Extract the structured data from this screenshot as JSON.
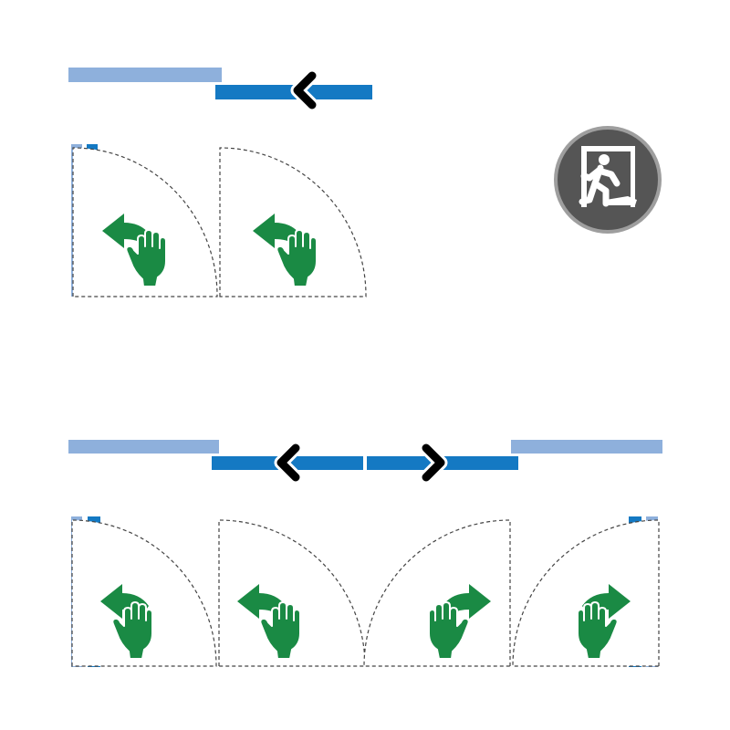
{
  "colors": {
    "fixed_panel": "#8eb0dc",
    "sliding_panel": "#1479c3",
    "chevron": "#000000",
    "push_arrow": "#1a8a44",
    "swing_outline": "#444444",
    "exit_sign_bg": "#555555",
    "exit_sign_ring": "#9e9e9e",
    "exit_sign_figure": "#ffffff"
  },
  "icons": {
    "exit_sign": "emergency-exit-running-man-icon",
    "push_hand": "push-hand-icon",
    "slide_direction": "chevron-icon"
  },
  "diagrams": [
    {
      "name": "single-sliding-door",
      "slide_directions": [
        "left"
      ],
      "swing_leaves": [
        {
          "push_direction": "left",
          "has_end_panel": true
        },
        {
          "push_direction": "left",
          "has_end_panel": false
        }
      ]
    },
    {
      "name": "double-sliding-door",
      "slide_directions": [
        "left",
        "right"
      ],
      "swing_leaves": [
        {
          "push_direction": "left",
          "has_end_panel": true
        },
        {
          "push_direction": "left",
          "has_end_panel": false
        },
        {
          "push_direction": "right",
          "has_end_panel": false
        },
        {
          "push_direction": "right",
          "has_end_panel": true
        }
      ]
    }
  ]
}
